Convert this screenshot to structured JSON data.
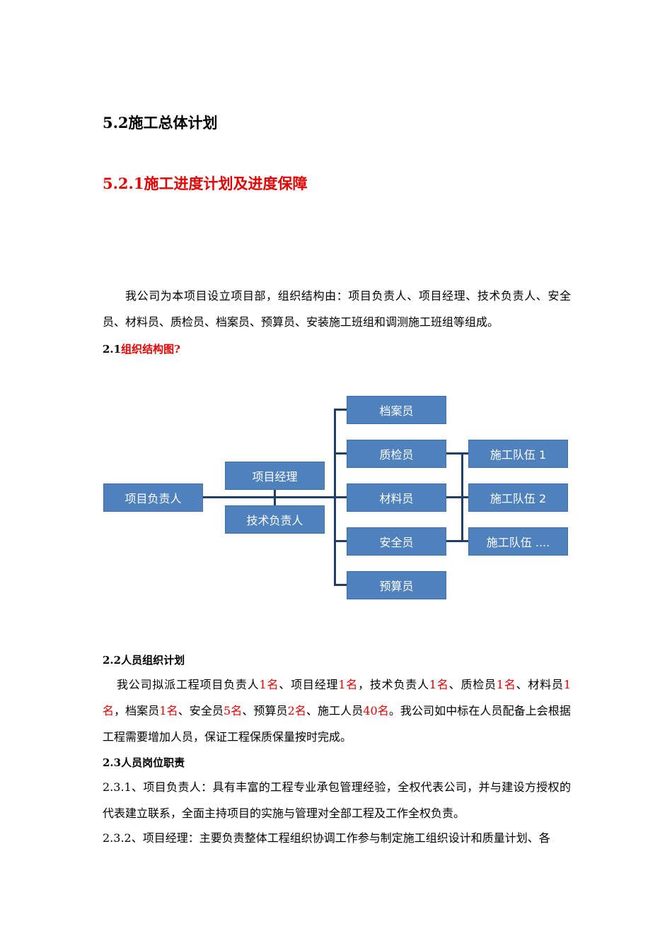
{
  "headings": {
    "h1": "5.2施工总体计划",
    "h2": "5.2.1施工进度计划及进度保障"
  },
  "intro": {
    "text": "我公司为本项目设立项目部，组织结构由：项目负责人、项目经理、技术负责人、安全员、材料员、质检员、档案员、预算员、安装施工班组和调测施工班组等组成。"
  },
  "section_21": {
    "num": "2.1",
    "title": "组织结构图?"
  },
  "org_chart": {
    "root": "项目负责人",
    "managers": [
      "项目经理",
      "技术负责人"
    ],
    "staff": [
      "档案员",
      "质检员",
      "材料员",
      "安全员",
      "预算员"
    ],
    "teams": [
      "施工队伍 1",
      "施工队伍 2",
      "施工队伍 ...."
    ]
  },
  "section_22": {
    "title": "2.2人员组织计划",
    "segments": [
      {
        "t": "我公司拟派工程项目负责人"
      },
      {
        "t": "1名",
        "red": true
      },
      {
        "t": "、项目经理"
      },
      {
        "t": "1名",
        "red": true
      },
      {
        "t": "，技术负责人"
      },
      {
        "t": "1名",
        "red": true
      },
      {
        "t": "、质检员"
      },
      {
        "t": "1名",
        "red": true
      },
      {
        "t": "、材料员"
      },
      {
        "t": "1名",
        "red": true
      },
      {
        "t": "，档案员"
      },
      {
        "t": "1名",
        "red": true
      },
      {
        "t": "、安全员"
      },
      {
        "t": "5名",
        "red": true
      },
      {
        "t": "、预算员"
      },
      {
        "t": "2名",
        "red": true
      },
      {
        "t": "、施工人员"
      },
      {
        "t": "40名",
        "red": true
      },
      {
        "t": "。我公司如中标在人员配备上会根据工程需要增加人员，保证工程保质保量按时完成。"
      }
    ]
  },
  "section_23": {
    "title": "2.3人员岗位职责",
    "p1": "2.3.1、项目负责人：具有丰富的工程专业承包管理经验，全权代表公司，并与建设方授权的代表建立联系，全面主持项目的实施与管理对全部工程及工作全权负责。",
    "p2": "2.3.2、项目经理：主要负责整体工程组织协调工作参与制定施工组织设计和质量计划、各"
  }
}
